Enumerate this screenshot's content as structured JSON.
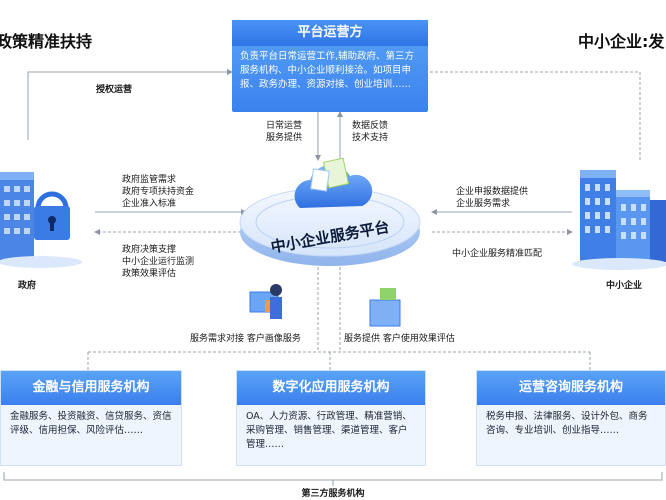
{
  "headings": {
    "left": "政策精准扶持",
    "right": "中小企业:发"
  },
  "platform_operator": {
    "title": "平台运营方",
    "body": "负责平台日常运营工作,辅助政府、第三方服务机构、中小企业顺利接洽。如项目申报、政务办理、资源对接、创业培训……"
  },
  "center": {
    "label": "中小企业服务平台"
  },
  "government": {
    "label": "政府"
  },
  "sme": {
    "label": "中小企业"
  },
  "edges": {
    "authorization": "授权运营",
    "op_to_platform": [
      "日常运营",
      "服务提供"
    ],
    "platform_to_op": [
      "数据反馈",
      "技术支持"
    ],
    "gov_to_platform": [
      "政府监管需求",
      "政府专项扶持资金",
      "企业准入标准"
    ],
    "platform_to_gov": [
      "政府决策支撑",
      "中小企业运行监测",
      "政策效果评估"
    ],
    "sme_to_platform": [
      "企业申报数据提供",
      "企业服务需求"
    ],
    "platform_to_sme": "中小企业服务精准匹配",
    "bottom_left": "服务需求对接  客户画像服务",
    "bottom_right": "服务提供  客户使用效果评估"
  },
  "services": [
    {
      "title": "金融与信用服务机构",
      "body": "金融服务、投资融资、信贷服务、资信评级、信用担保、风险评估……"
    },
    {
      "title": "数字化应用服务机构",
      "body": "OA、人力资源、行政管理、精准营销、采购管理、销售管理、渠道管理、客户管理……"
    },
    {
      "title": "运营咨询服务机构",
      "body": "税务申报、法律服务、设计外包、商务咨询、专业培训、创业指导……"
    }
  ],
  "footer": "第三方服务机构",
  "colors": {
    "accent": "#3b82ee",
    "line": "#9aa3ad"
  }
}
